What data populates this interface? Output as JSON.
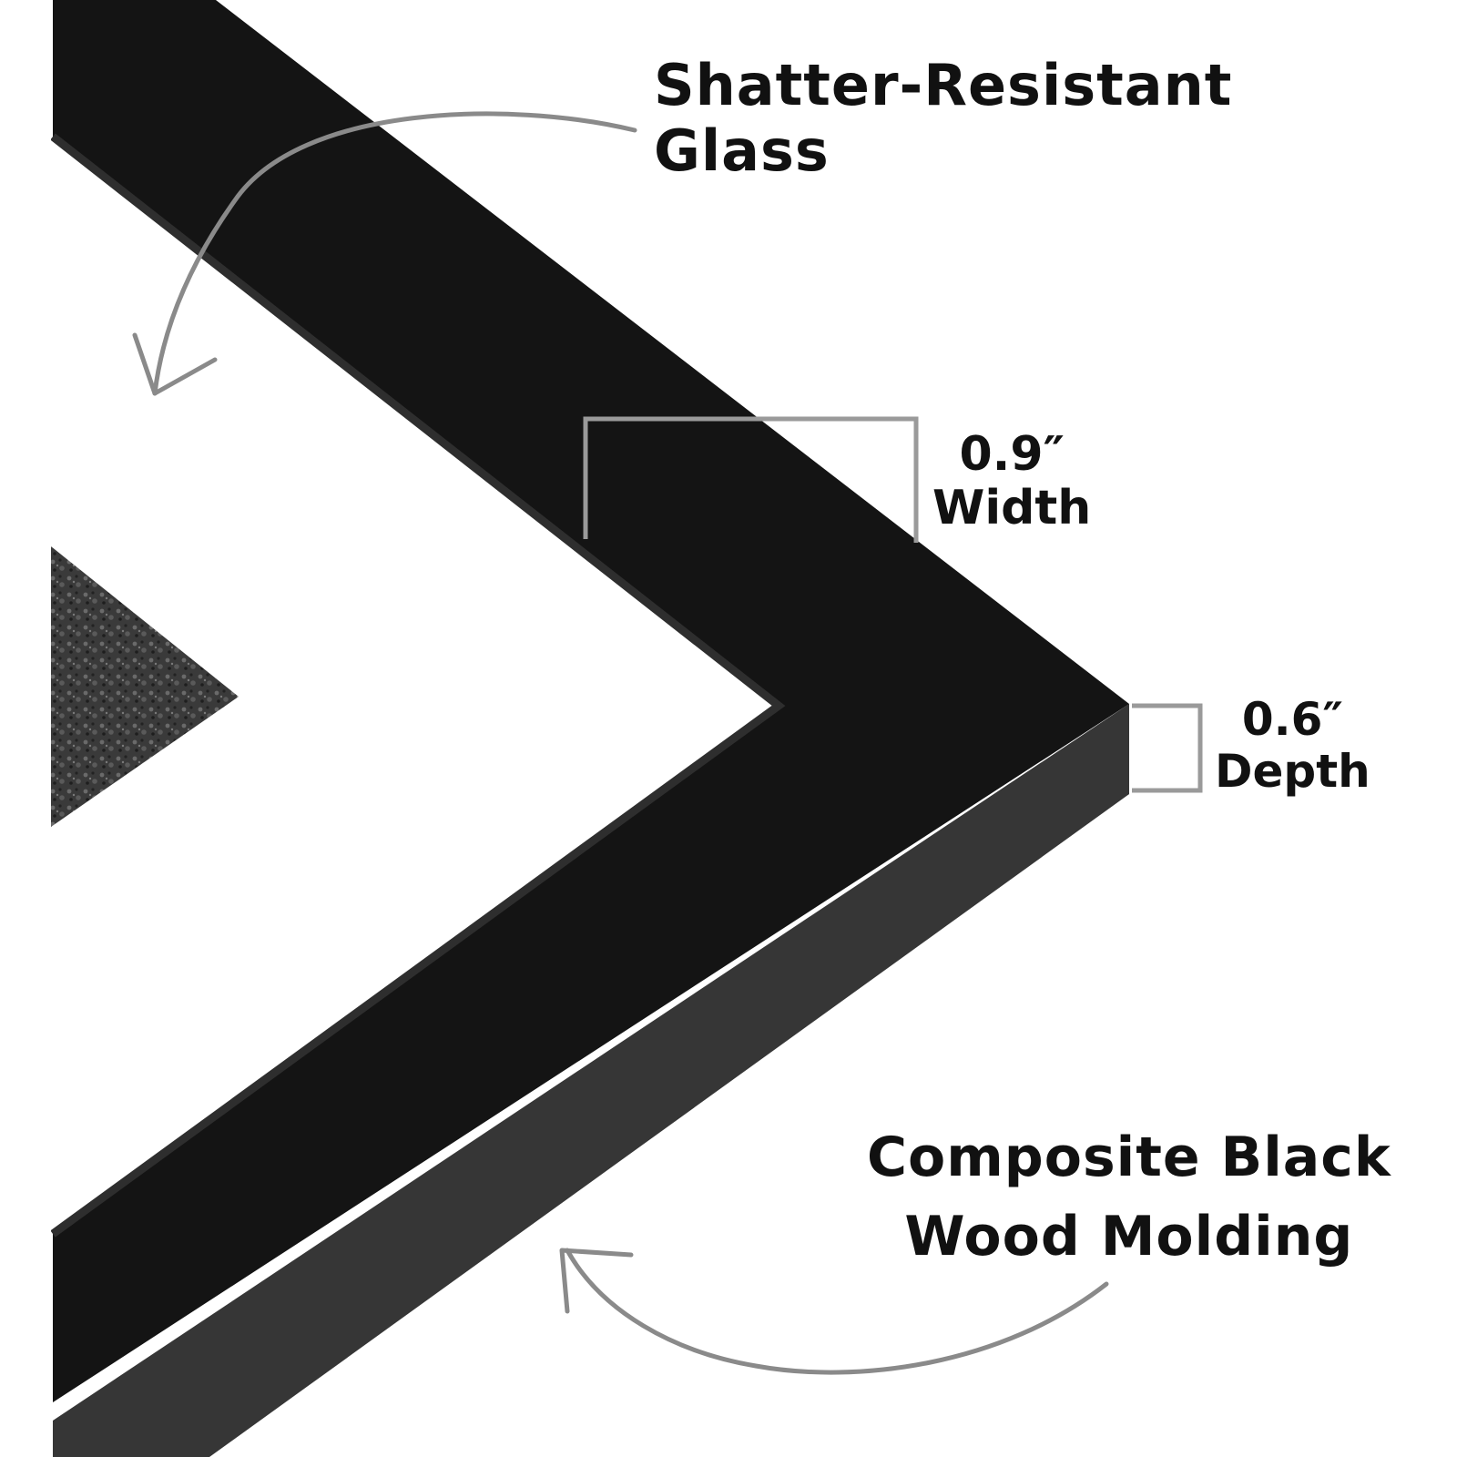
{
  "callouts": {
    "glass": {
      "line1": "Shatter-Resistant",
      "line2": "Glass"
    },
    "width": {
      "value": "0.9″",
      "label": "Width"
    },
    "depth": {
      "value": "0.6″",
      "label": "Depth"
    },
    "molding": {
      "line1": "Composite Black",
      "line2": "Wood Molding"
    }
  },
  "colors": {
    "frame_face": "#141414",
    "frame_side": "#363636",
    "frame_edge": "#2a2a2a",
    "mat": "#ffffff",
    "photo": "#3c3c3c",
    "arrow": "#8a8a8a",
    "bracket": "#9a9a9a",
    "text": "#111111"
  },
  "icons": [
    "curved-arrow-icon",
    "dimension-bracket-icon"
  ]
}
